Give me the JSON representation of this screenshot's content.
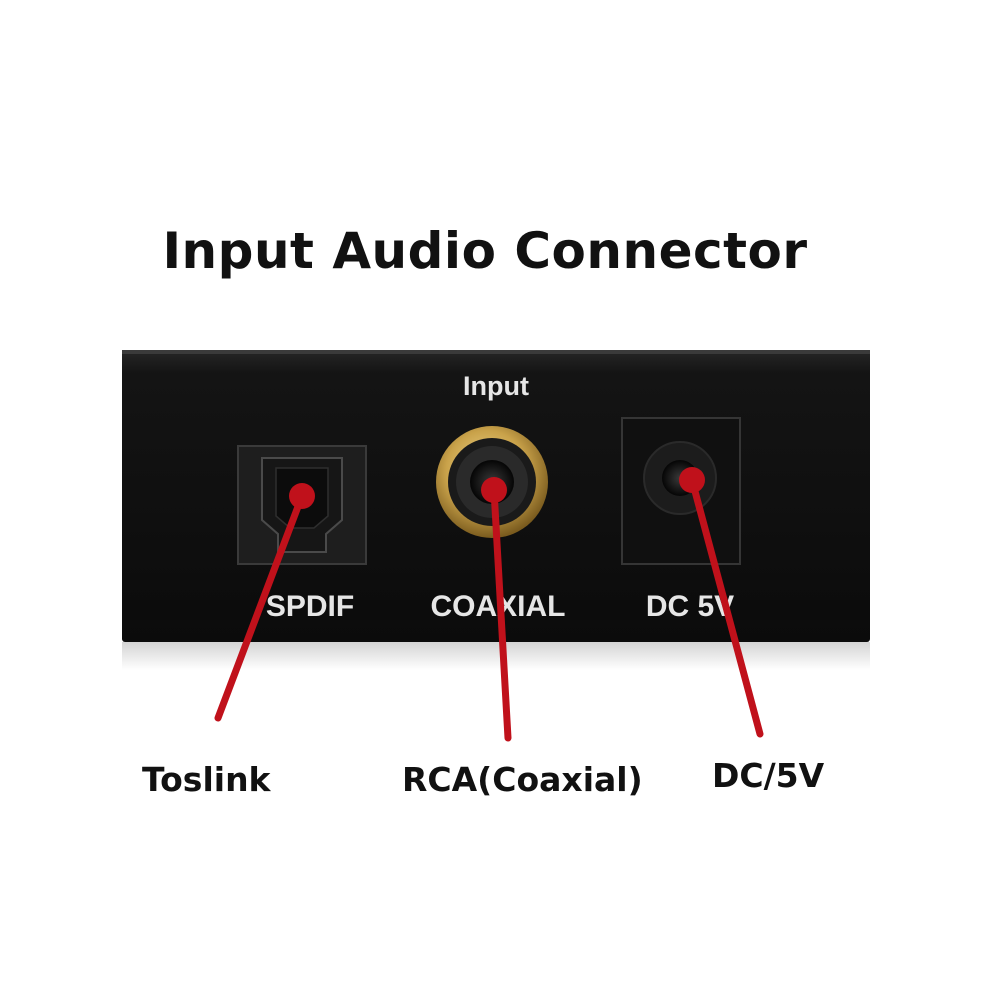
{
  "title": "Input Audio Connector",
  "panel": {
    "header": "Input",
    "port_labels": {
      "spdif": "SPDIF",
      "coaxial": "COAXIAL",
      "dc": "DC 5V"
    }
  },
  "callouts": {
    "toslink": "Toslink",
    "rca": "RCA(Coaxial)",
    "dc": "DC/5V"
  },
  "colors": {
    "panel": "#0f0f0f",
    "pointer": "#c0111b",
    "gold_ring": "#c9a24a",
    "label_text": "#e6e6e6"
  }
}
